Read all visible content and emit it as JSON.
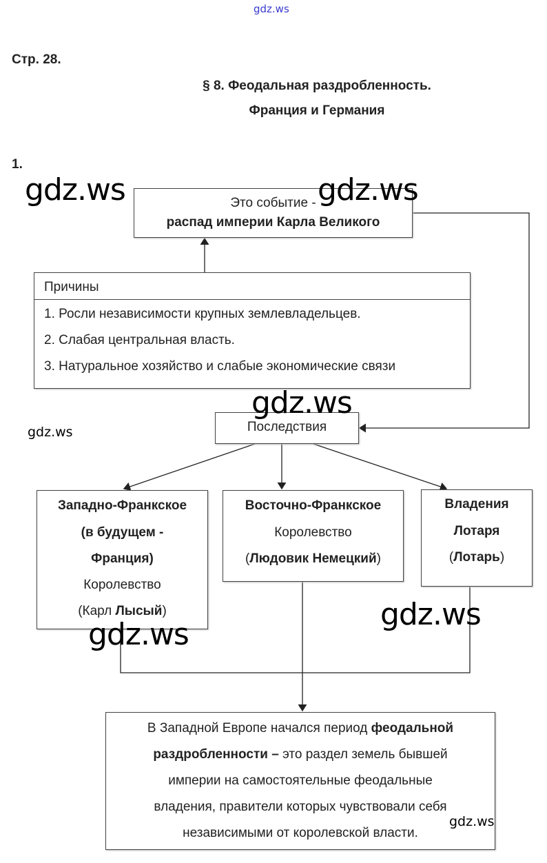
{
  "watermark_top": "gdz.ws",
  "watermark": "gdz.ws",
  "page_ref": "Стр. 28.",
  "title": {
    "line1": "§ 8. Феодальная раздробленность.",
    "line2": "Франция и Германия"
  },
  "task_number": "1.",
  "event": {
    "label": "Это событие -",
    "value": "распад империи Карла Великого"
  },
  "causes": {
    "header": "Причины",
    "items": [
      "1. Росли независимости крупных землевладельцев.",
      "2. Слабая центральная власть.",
      "3. Натуральное хозяйство и слабые экономические связи"
    ]
  },
  "consequences": {
    "header": "Последствия"
  },
  "kingdoms": {
    "west": {
      "l1": "Западно-Франкское",
      "l2": "(в будущем -",
      "l3": "Франция)",
      "l4": "Королевство",
      "l5_open": "(Карл ",
      "l5_bold": "Лысый",
      "l5_close": ")"
    },
    "east": {
      "l1": "Восточно-Франкское",
      "l2": "Королевство",
      "l3_open": "(",
      "l3_bold": "Людовик Немецкий",
      "l3_close": ")"
    },
    "lothar": {
      "l1": "Владения",
      "l2": "Лотаря",
      "l3_open": "(",
      "l3_bold": "Лотарь",
      "l3_close": ")"
    }
  },
  "conclusion": {
    "l1_a": "В Западной Европе начался период ",
    "l1_b": "феодальной",
    "l2_a": "раздробленности –",
    "l2_b": " это раздел земель бывшей",
    "l3": "империи на самостоятельные феодальные",
    "l4": "владения, правители которых чувствовали себя",
    "l5": "независимыми от королевской власти."
  }
}
